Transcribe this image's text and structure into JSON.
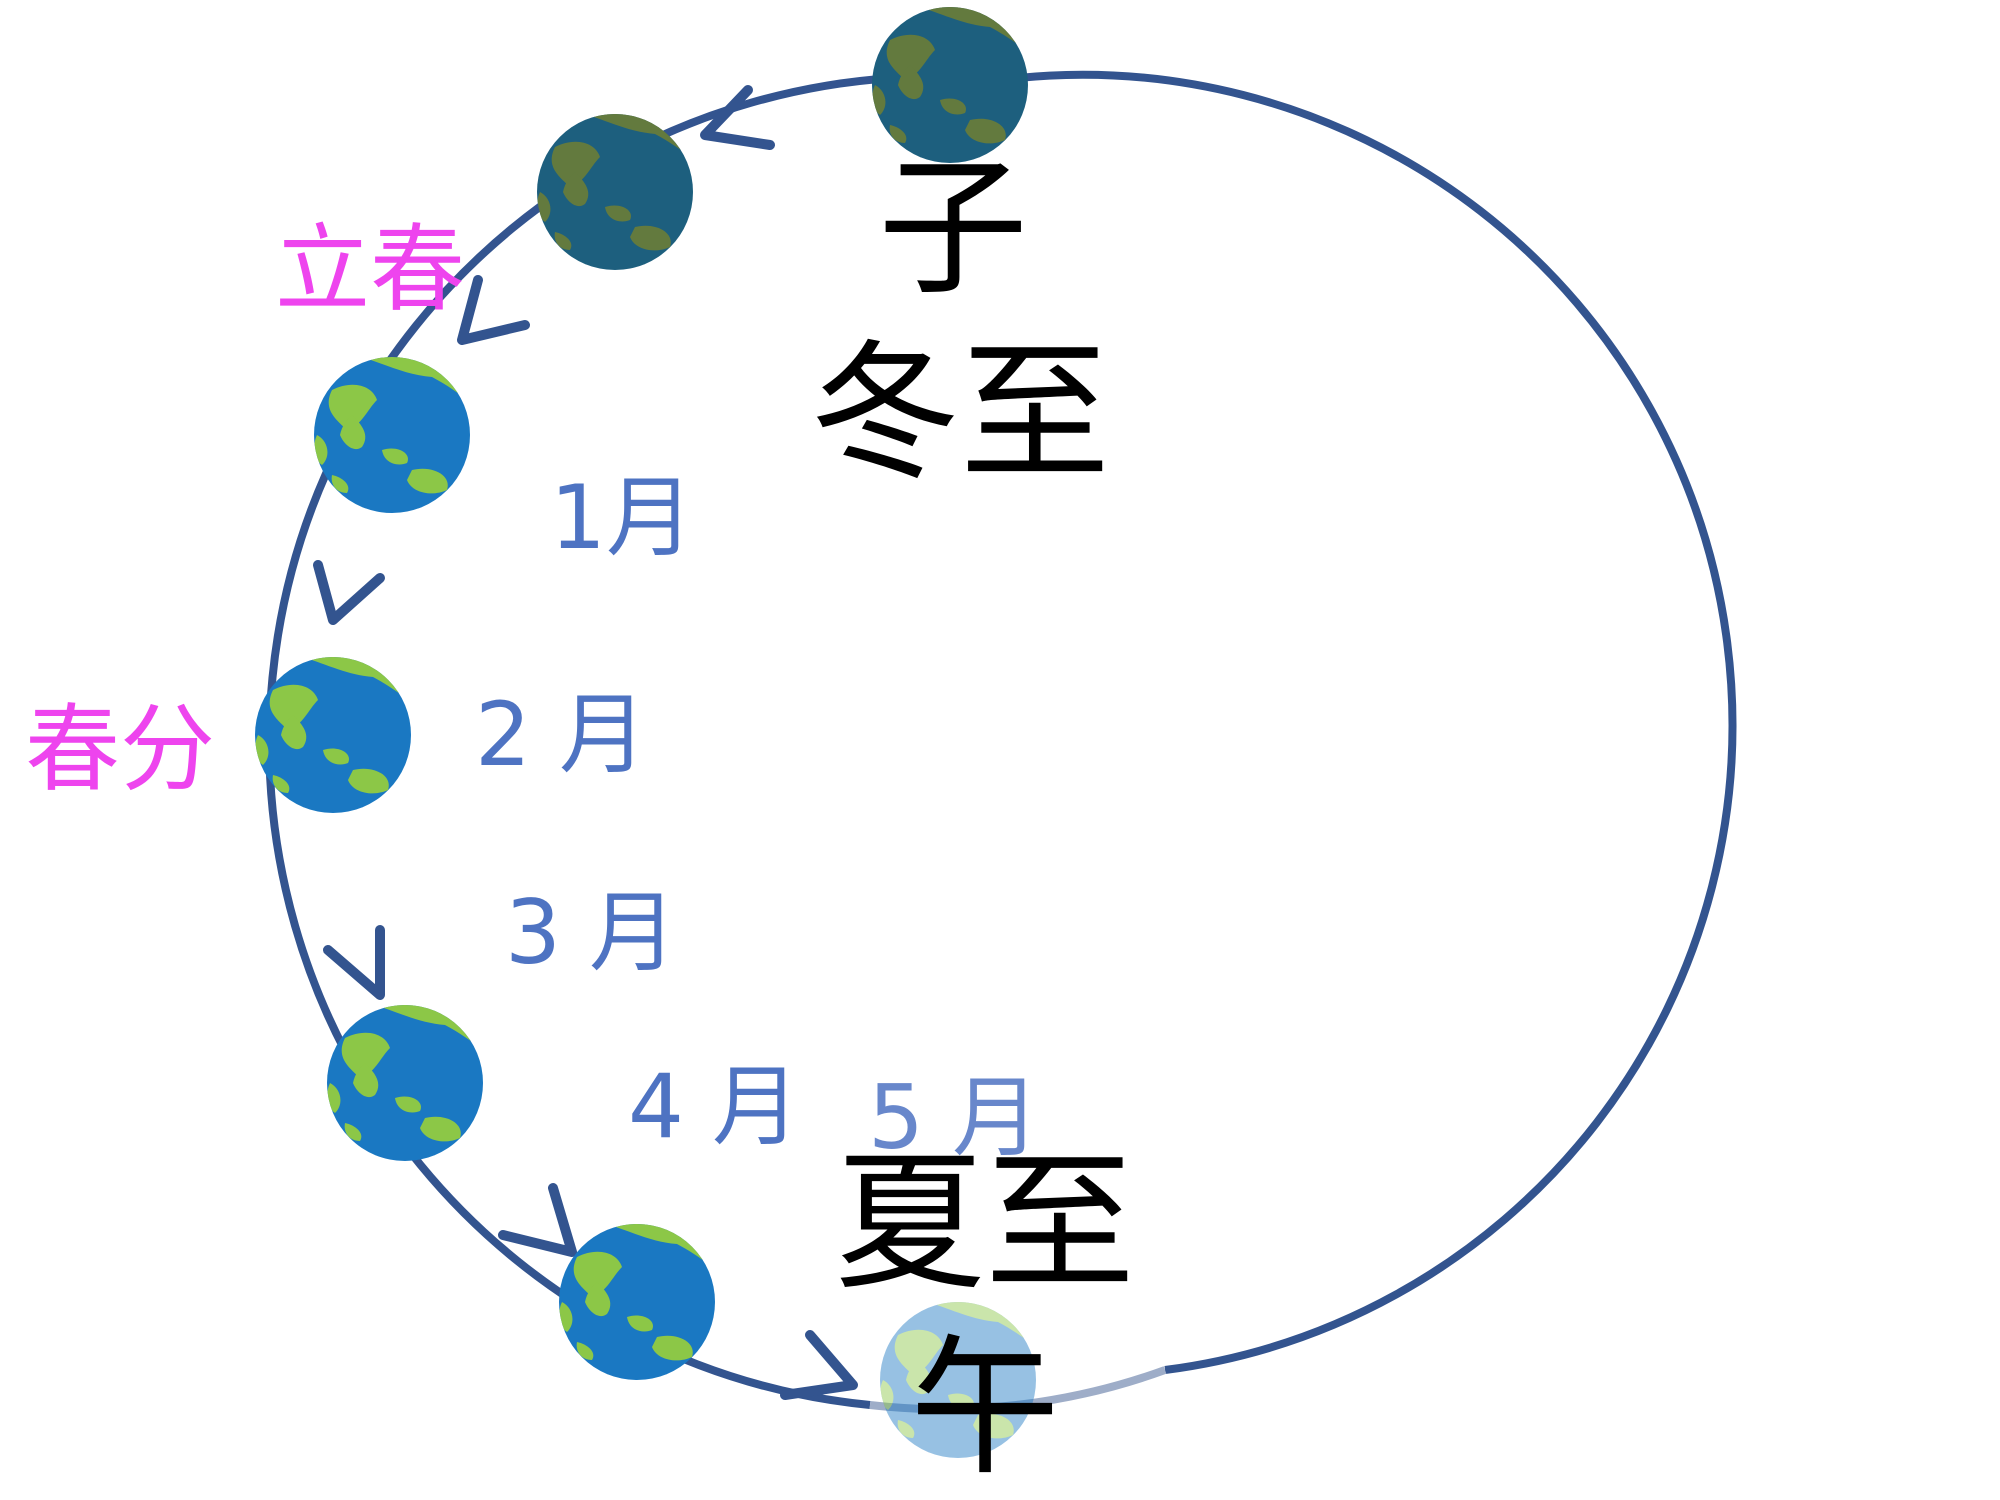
{
  "labels": {
    "zi": "子",
    "winter_solstice": "冬至",
    "risshun": "立春",
    "spring_equinox": "春分",
    "summer_solstice": "夏至",
    "uma": "午"
  },
  "months": [
    "1月",
    "2 月",
    "3 月",
    "4 月",
    "5 月"
  ],
  "colors": {
    "orbit": "#33548f",
    "orbit_faded": "#9eadc8",
    "label_black": "#000000",
    "label_pink": "#ee44ee",
    "month_blue": "#4e73c2",
    "ocean_day": "#1a78c2",
    "land_day": "#8cc747",
    "ocean_dark": "#1d5f7e",
    "land_dark": "#637a3e"
  }
}
